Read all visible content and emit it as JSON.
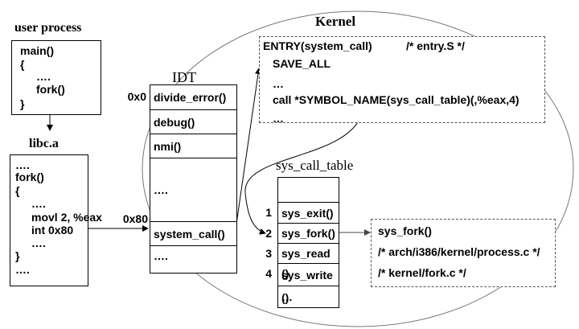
{
  "user_process": {
    "title": "user process",
    "lines": [
      "main()",
      "{",
      "….",
      "fork()",
      "}"
    ]
  },
  "libc": {
    "title": "libc.a",
    "lines": [
      "….",
      "fork()",
      "{",
      "….",
      "movl 2, %eax",
      "int 0x80",
      "….",
      "}",
      "…."
    ]
  },
  "idt": {
    "title": "IDT",
    "entries": [
      "divide_error()",
      "debug()",
      "nmi()",
      "….",
      "system_call()",
      "…."
    ],
    "offsets": [
      "0x0",
      "0x80"
    ]
  },
  "kernel": {
    "title": "Kernel",
    "entry_lines": [
      "ENTRY(system_call)",
      "/* entry.S */",
      "SAVE_ALL",
      "…",
      "call *SYMBOL_NAME(sys_call_table)(,%eax,4)",
      "…"
    ]
  },
  "syscall_table": {
    "title": "sys_call_table",
    "rows": [
      "",
      "sys_exit()",
      "sys_fork()",
      "sys_read ()",
      "sys_write ()",
      "…"
    ],
    "numbers": [
      "1",
      "2",
      "3",
      "4"
    ]
  },
  "sys_fork_info": {
    "lines": [
      "sys_fork()",
      "/* arch/i386/kernel/process.c */",
      "/* kernel/fork.c */"
    ]
  }
}
